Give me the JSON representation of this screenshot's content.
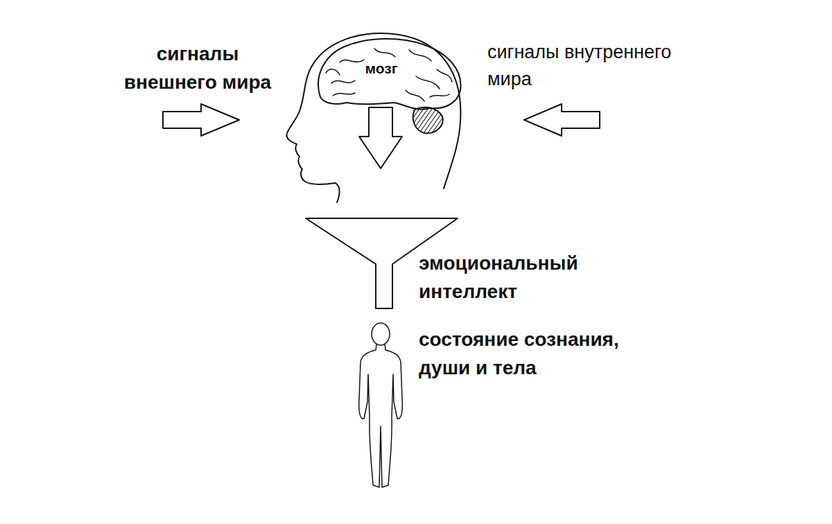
{
  "diagram": {
    "labels": [
      "сигналы внешнего мира",
      "мозг",
      "сигналы внутреннего мира",
      "эмоциональный интеллект",
      "состояние сознания, души и тела"
    ]
  }
}
